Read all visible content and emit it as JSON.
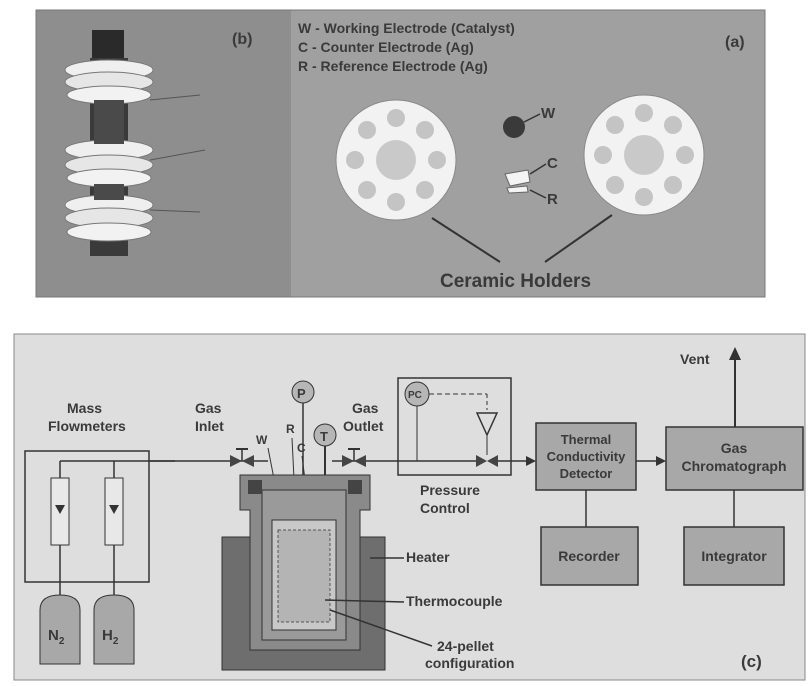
{
  "top_panel": {
    "tag_a": "(a)",
    "tag_b": "(b)",
    "legend": {
      "w": "W - Working Electrode (Catalyst)",
      "c": "C - Counter Electrode (Ag)",
      "r": "R - Reference Electrode (Ag)"
    },
    "electrode_w": "W",
    "electrode_c": "C",
    "electrode_r": "R",
    "holders_label": "Ceramic Holders"
  },
  "bottom_panel": {
    "tag_c": "(c)",
    "vent": "Vent",
    "mass_flowmeters": [
      "Mass",
      "Flowmeters"
    ],
    "gas_inlet": [
      "Gas",
      "Inlet"
    ],
    "gas_outlet": [
      "Gas",
      "Outlet"
    ],
    "wire_w": "W",
    "wire_r": "R",
    "wire_c": "C",
    "gauge_p": "P",
    "gauge_t": "T",
    "pc": "PC",
    "pressure_control": [
      "Pressure",
      "Control"
    ],
    "tcd": [
      "Thermal",
      "Conductivity",
      "Detector"
    ],
    "gc": [
      "Gas",
      "Chromatograph"
    ],
    "recorder": "Recorder",
    "integrator": "Integrator",
    "heater": "Heater",
    "thermocouple": "Thermocouple",
    "pellet_config": [
      "24-pellet",
      "configuration"
    ],
    "cyl_n2": "N",
    "cyl_h2": "H",
    "sub2": "2",
    "valve_t": "T"
  },
  "colors": {
    "photo_bg": "#9a9a9a",
    "photo_right_bg": "#a2a2a2",
    "ceramic": "#f2f2f2",
    "box_fill": "#a8a8a8",
    "dark_body": "#6e6e6e",
    "diagram_bg": "#dcdcdc",
    "ink": "#333333"
  }
}
